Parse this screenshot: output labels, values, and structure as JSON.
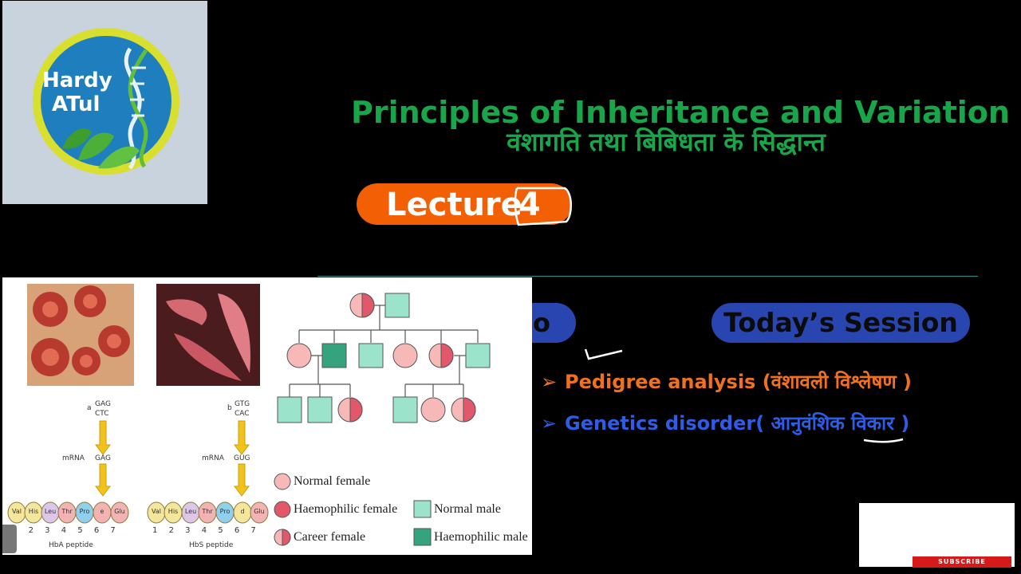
{
  "logo": {
    "line1": "Hardy",
    "line2": "ATul",
    "ring_color": "#d9df2e",
    "inner_color": "#1f7fbe"
  },
  "slide": {
    "title_en": "Principles of Inheritance and Variation",
    "title_hi": "वंशागति तथा बिबिधता के सिद्धान्त",
    "lecture_label": "Lecture",
    "lecture_number": "4",
    "left_pill_partial": "o",
    "session_label": "Today’s Session",
    "bullets": [
      {
        "text": "Pedigree analysis (वंशावली विश्लेषण )",
        "color": "#f0721f"
      },
      {
        "text": "Genetics disorder( आनुवंशिक विकार )",
        "color": "#2d5de6"
      }
    ],
    "bullet_marker": "➢"
  },
  "figure": {
    "seq_a_label": "a",
    "seq_a_top": "GAG",
    "seq_a_bottom": "CTC",
    "seq_b_label": "b",
    "seq_b_top": "GTG",
    "seq_b_bottom": "CAC",
    "mrna_label": "mRNA",
    "mrna_a": "GAG",
    "mrna_b": "GUG",
    "peptide_a": [
      "Val",
      "His",
      "Leu",
      "Thr",
      "Pro",
      "e",
      "Glu"
    ],
    "peptide_b": [
      "Val",
      "His",
      "Leu",
      "Thr",
      "Pro",
      "d",
      "Glu"
    ],
    "numbers": [
      "1",
      "2",
      "3",
      "4",
      "5",
      "6",
      "7"
    ],
    "hba_label": "HbA peptide",
    "hbs_label": "HbS peptide",
    "legend": {
      "normal_female": "Normal female",
      "haemophilic_female": "Haemophilic female",
      "career_female": "Career female",
      "normal_male": "Normal male",
      "haemophilic_male": "Haemophilic male"
    }
  },
  "subscribe_label": "SUBSCRIBE"
}
